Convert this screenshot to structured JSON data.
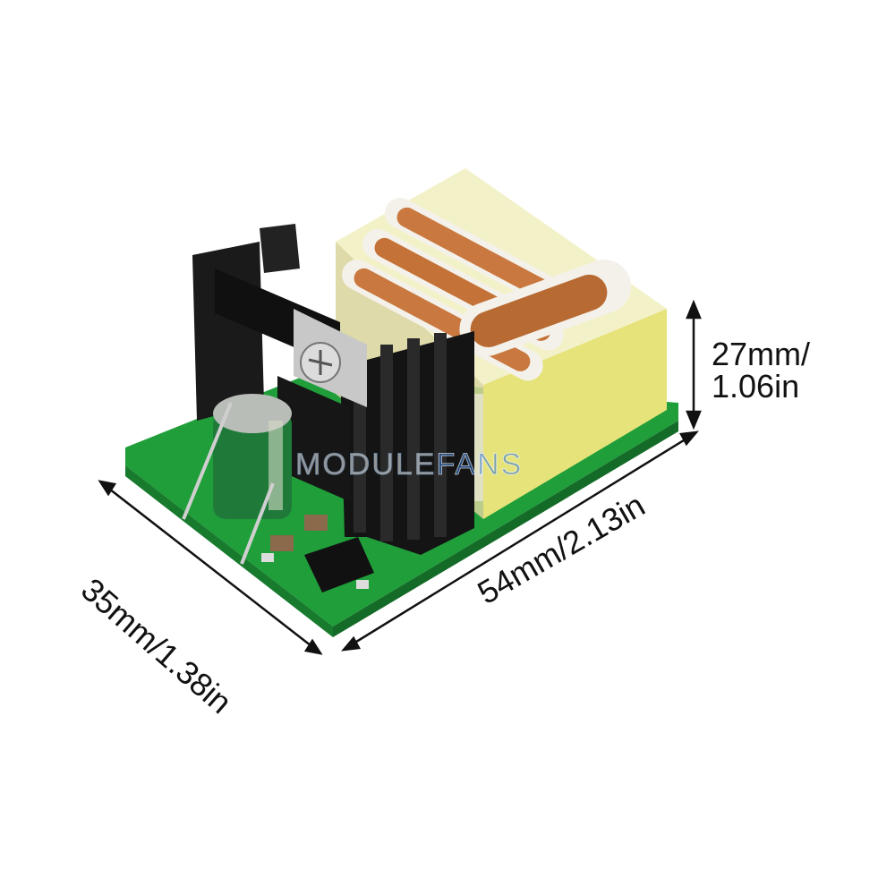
{
  "product": {
    "description_icon": "pcb-module-icon",
    "colors": {
      "pcb": "#1f9e3a",
      "heatsink": "#1a1a1a",
      "copper": "#c9783f",
      "transformer_tape": "#e6e37a",
      "capacitor": "#1f7a3a"
    }
  },
  "dimensions": {
    "height_line1": "27mm/",
    "height_line2": "1.06in",
    "depth": "35mm/1.38in",
    "width": "54mm/2.13in"
  },
  "watermark": {
    "part1": "MODULE",
    "part2": "FANS"
  }
}
